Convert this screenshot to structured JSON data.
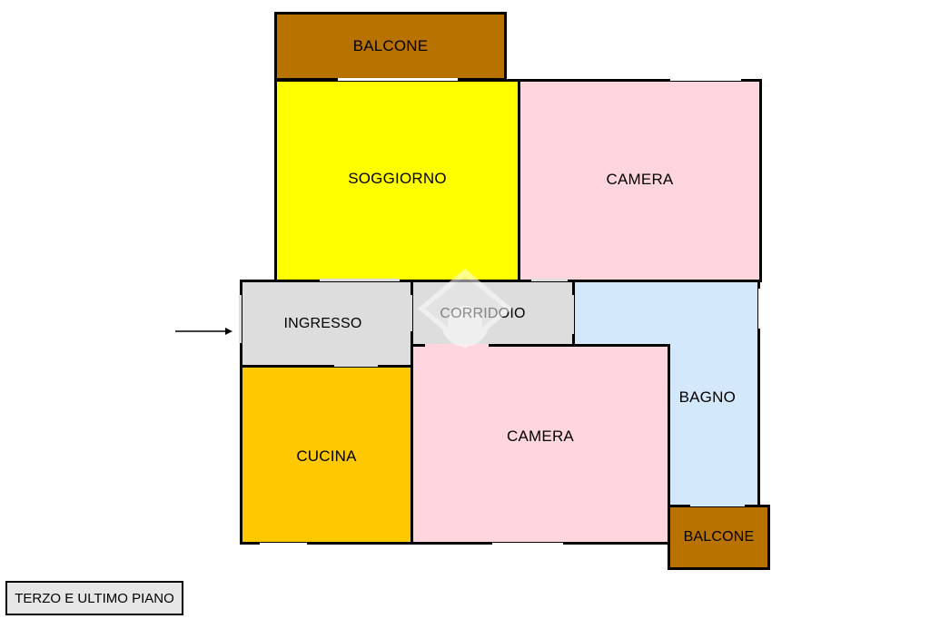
{
  "rooms": {
    "balcone_top": {
      "label": "BALCONE",
      "color": "#b77200"
    },
    "soggiorno": {
      "label": "SOGGIORNO",
      "color": "#ffff00"
    },
    "camera_top": {
      "label": "CAMERA",
      "color": "#ffd6de"
    },
    "ingresso": {
      "label": "INGRESSO",
      "color": "#dddddd"
    },
    "corridoio": {
      "label": "CORRIDOIO",
      "color": "#dddddd"
    },
    "bagno": {
      "label": "BAGNO",
      "color": "#d4e8fb"
    },
    "cucina": {
      "label": "CUCINA",
      "color": "#ffc800"
    },
    "camera_bottom": {
      "label": "CAMERA",
      "color": "#ffd6de"
    },
    "balcone_bottom": {
      "label": "BALCONE",
      "color": "#b77200"
    }
  },
  "floor_label": "TERZO E ULTIMO PIANO",
  "icons": {
    "entrance": "entrance-arrow-icon",
    "watermark": "house-watermark-icon"
  }
}
